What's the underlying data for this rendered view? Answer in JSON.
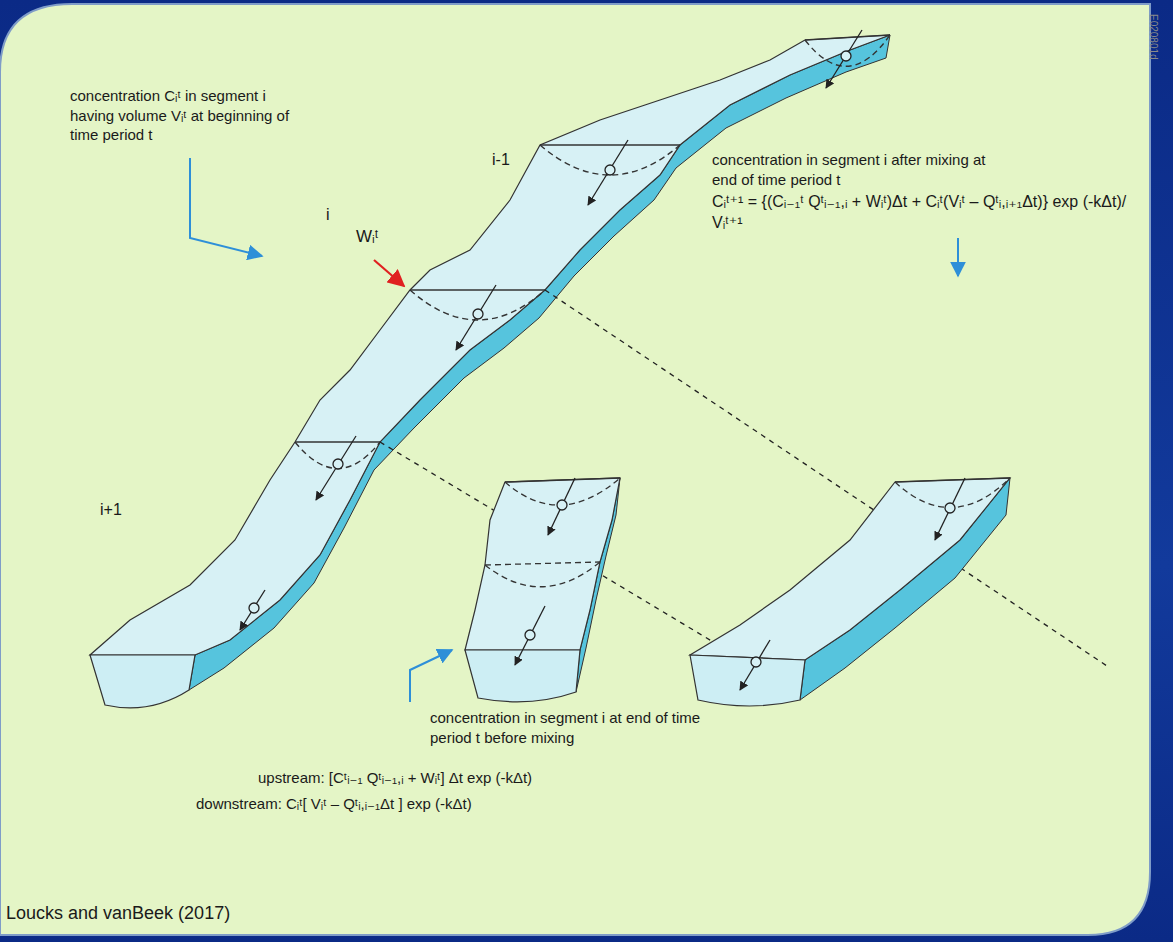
{
  "diagram": {
    "labels": [
      "concentration Cᵢᵗ in segment i having volume Vᵢᵗ at beginning of time period t",
      "i-1",
      "Wᵢᵗ",
      "i",
      "i+1",
      "concentration in segment i after mixing at end of time period t",
      "Cᵢᵗ⁺¹ = {(Cᵢ₋₁ᵗ Qᵗᵢ₋₁,ᵢ + Wᵢᵗ)Δt + Cᵢᵗ(Vᵢᵗ – Qᵗᵢ,ᵢ₊₁Δt)} exp (-kΔt)/ Vᵢᵗ⁺¹",
      "concentration in segment i at end of time period t before mixing",
      "upstream: [Cᵗᵢ₋₁ Qᵗᵢ₋₁,ᵢ + Wᵢᵗ] Δt exp (-kΔt)",
      "downstream: Cᵢᵗ[ Vᵢᵗ – Qᵗᵢ,ᵢ₋₁Δt ] exp (-kΔt)",
      "Loucks and vanBeek (2017)",
      "E020801d"
    ]
  }
}
